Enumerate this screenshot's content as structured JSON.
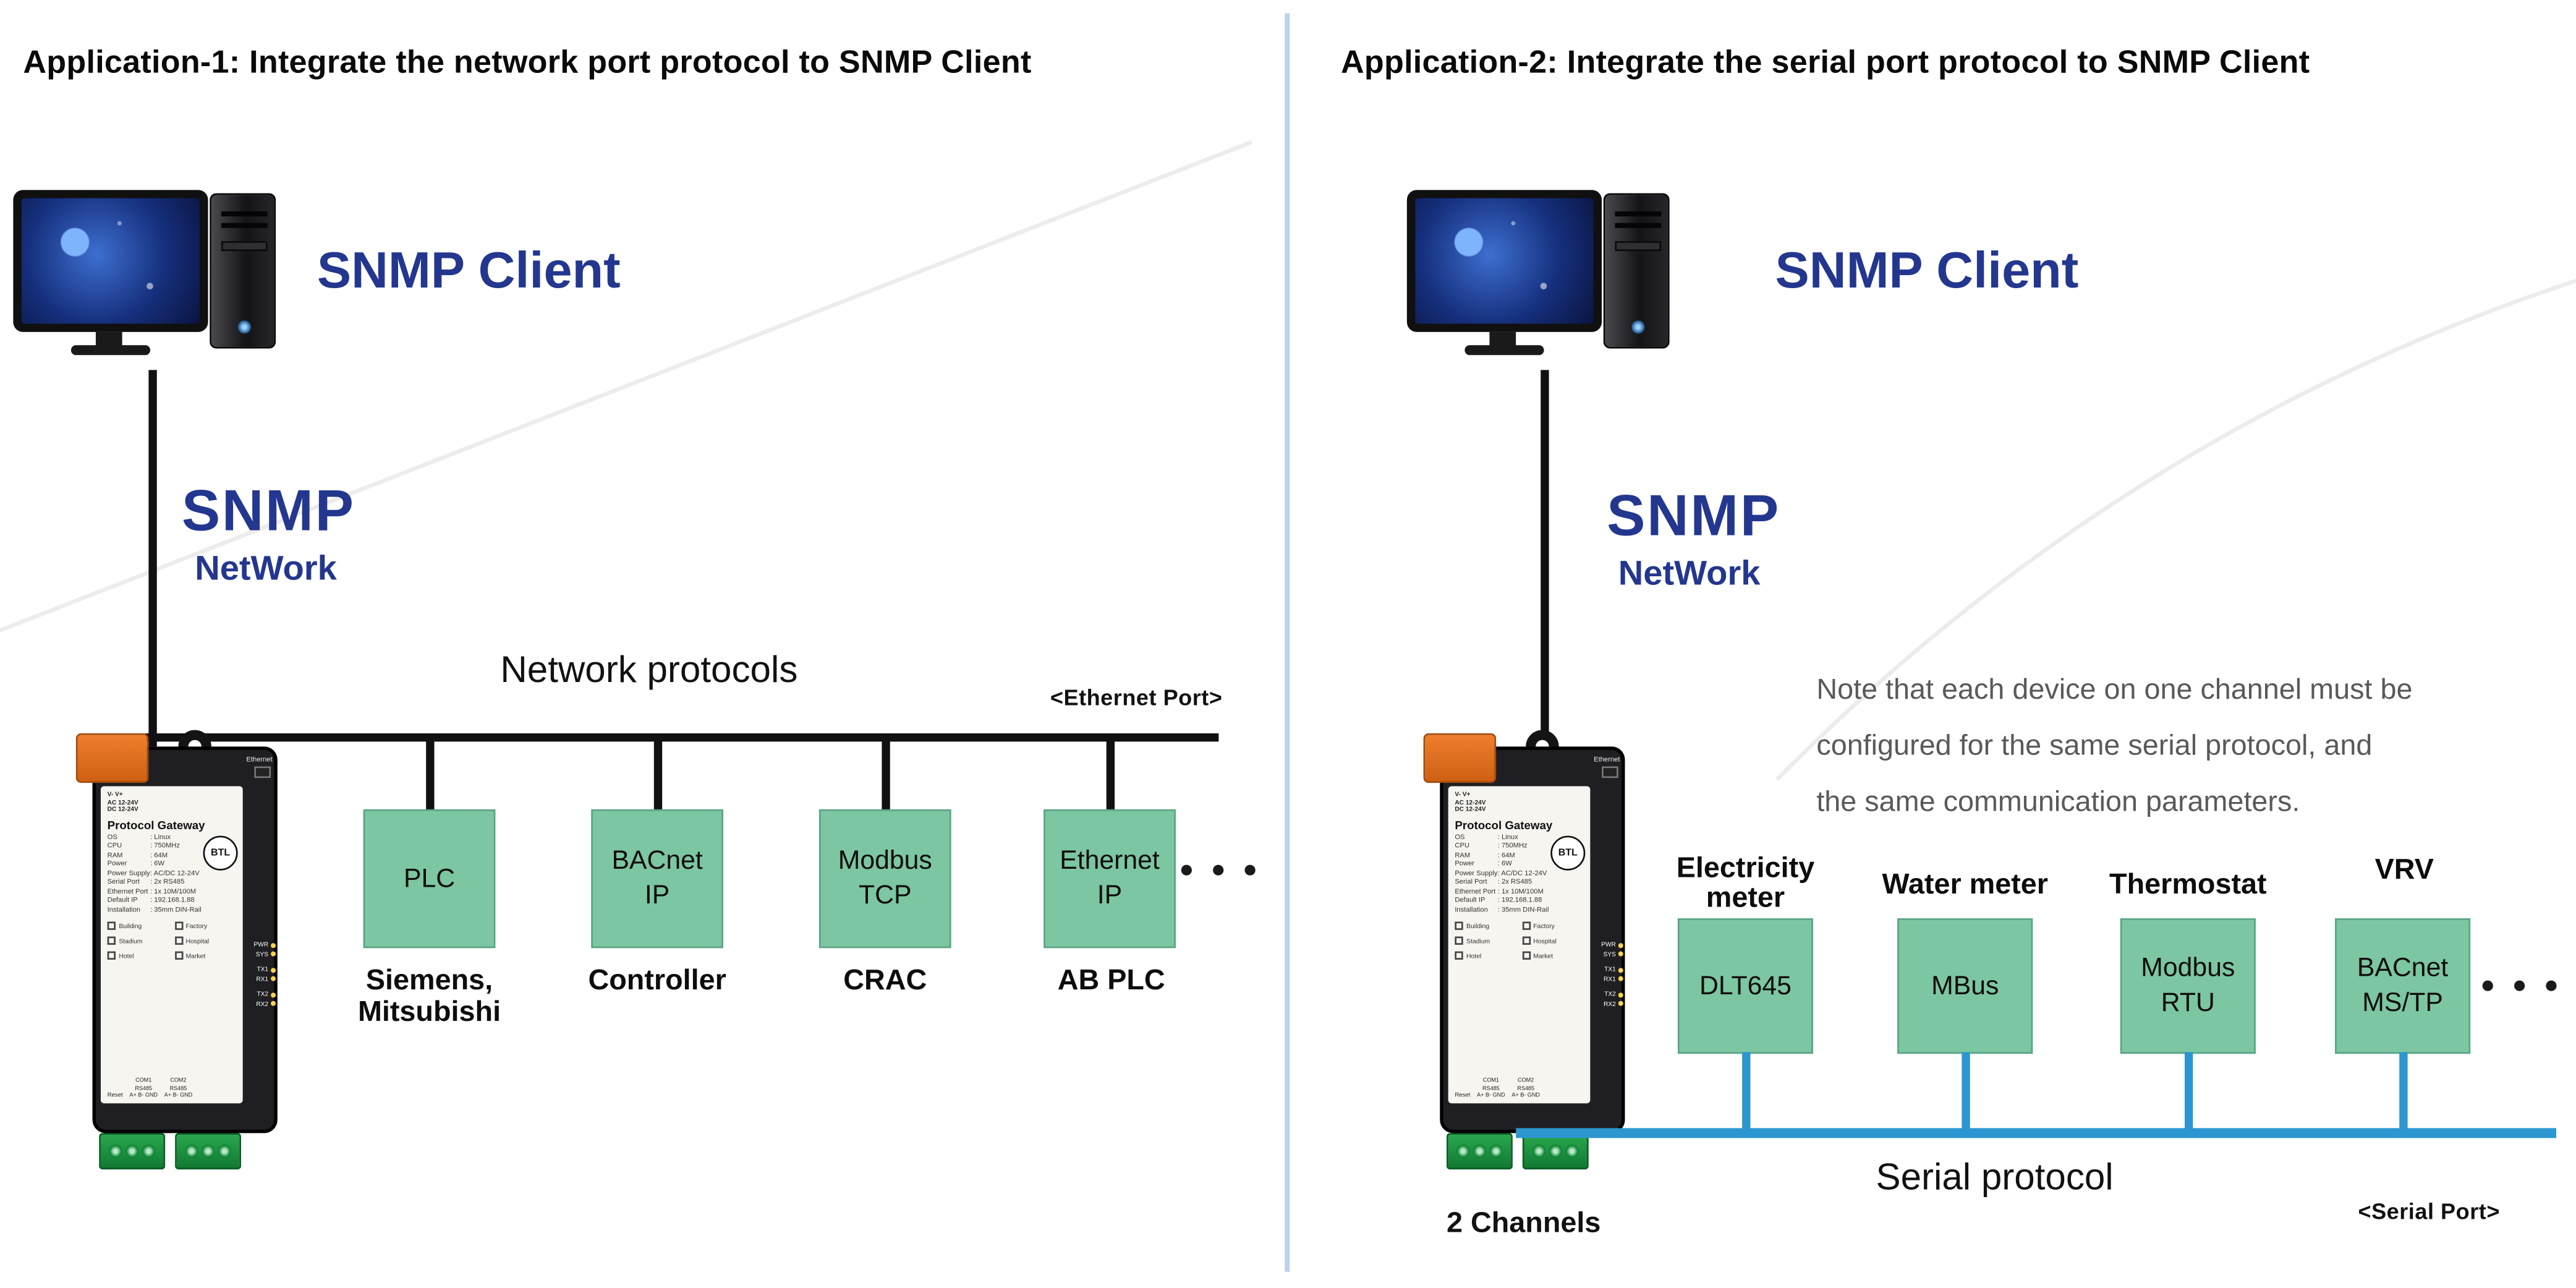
{
  "left": {
    "title": "Application-1: Integrate the network port protocol to SNMP Client",
    "client_label": "SNMP Client",
    "snmp": "SNMP",
    "network": "NetWork",
    "bus_label": "Network protocols",
    "port_label": "<Ethernet Port>",
    "ellipsis": "● ● ●",
    "devices": [
      {
        "box": "PLC",
        "caption": "Siemens,\nMitsubishi"
      },
      {
        "box": "BACnet\nIP",
        "caption": "Controller"
      },
      {
        "box": "Modbus\nTCP",
        "caption": "CRAC"
      },
      {
        "box": "Ethernet\nIP",
        "caption": "AB PLC"
      }
    ]
  },
  "right": {
    "title": "Application-2: Integrate the serial port protocol to SNMP Client",
    "client_label": "SNMP Client",
    "snmp": "SNMP",
    "network": "NetWork",
    "note": "Note that each device on one channel must be\nconfigured for the same serial protocol, and\nthe same communication parameters.",
    "bus_label": "Serial protocol",
    "port_label": "<Serial Port>",
    "channels": "2 Channels",
    "ellipsis": "● ● ●",
    "devices": [
      {
        "label": "Electricity\nmeter",
        "box": "DLT645"
      },
      {
        "label": "Water meter",
        "box": "MBus"
      },
      {
        "label": "Thermostat",
        "box": "Modbus\nRTU"
      },
      {
        "label": "VRV",
        "box": "BACnet\nMS/TP"
      }
    ]
  },
  "gateway": {
    "power_terminal": "V-   V+\nAC 12-24V\nDC 12-24V",
    "ethernet_label": "Ethernet",
    "title": "Protocol Gateway",
    "specs": [
      {
        "k": "OS",
        "v": ": Linux"
      },
      {
        "k": "CPU",
        "v": ": 750MHz"
      },
      {
        "k": "RAM",
        "v": ": 64M"
      },
      {
        "k": "Power",
        "v": ": 6W"
      },
      {
        "k": "Power Supply",
        "v": ": AC/DC 12-24V"
      },
      {
        "k": "Serial Port",
        "v": ": 2x RS485"
      },
      {
        "k": "Ethernet Port",
        "v": ": 1x 10M/100M"
      },
      {
        "k": "Default IP",
        "v": ": 192.168.1.88"
      },
      {
        "k": "Installation",
        "v": ": 35mm DIN-Rail"
      }
    ],
    "logo": "BTL",
    "venues": [
      "Building",
      "Factory",
      "Stadium",
      "Hospital",
      "Hotel",
      "Market"
    ],
    "leds": [
      "PWR",
      "SYS",
      "TX1",
      "RX1",
      "TX2",
      "RX2"
    ],
    "reset": "Reset",
    "com1": "COM1\nRS485",
    "com2": "COM2\nRS485",
    "pins": "A+  B-  GND"
  },
  "colors": {
    "navy": "#23378f",
    "box_green": "#7cc6a2",
    "bus_blue": "#2b96cf"
  }
}
